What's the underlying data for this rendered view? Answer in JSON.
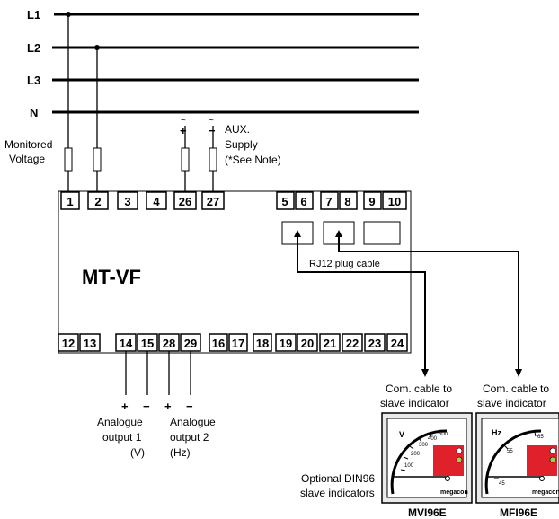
{
  "lines": [
    "L1",
    "L2",
    "L3",
    "N"
  ],
  "top_terminals": [
    "1",
    "2",
    "3",
    "4",
    "26",
    "27"
  ],
  "right_top_terminals": [
    "5",
    "6",
    "7",
    "8",
    "9",
    "10"
  ],
  "bottom_terminals": [
    "12",
    "13",
    "14",
    "15",
    "28",
    "29",
    "16",
    "17",
    "18",
    "19",
    "20",
    "21",
    "22",
    "23",
    "24"
  ],
  "device_name": "MT-VF",
  "monitored_voltage": [
    "Monitored",
    "Voltage"
  ],
  "aux_supply": [
    "AUX.",
    "Supply",
    "(*See Note)"
  ],
  "aux_signs": [
    "+",
    "−"
  ],
  "rj12": "RJ12 plug cable",
  "output_signs": [
    "+",
    "−",
    "+",
    "−"
  ],
  "analogue_output_1": [
    "Analogue",
    "output 1",
    "(V)"
  ],
  "analogue_output_2": [
    "Analogue",
    "output 2",
    "(Hz)"
  ],
  "com_cable": [
    "Com. cable to",
    "slave indicator"
  ],
  "optional_din": [
    "Optional DIN96",
    "slave indicators"
  ],
  "meters": [
    {
      "model": "MVI96E",
      "unit": "V",
      "scale": [
        "100",
        "200",
        "300",
        "400",
        "500"
      ],
      "brand": "megacon"
    },
    {
      "model": "MFI96E",
      "unit": "Hz",
      "scale": [
        "45",
        "55",
        "65"
      ],
      "brand": "megacon"
    }
  ],
  "colors": {
    "line": "#000000",
    "meter_red": "#e0202a",
    "led_green": "#9bd34a"
  }
}
